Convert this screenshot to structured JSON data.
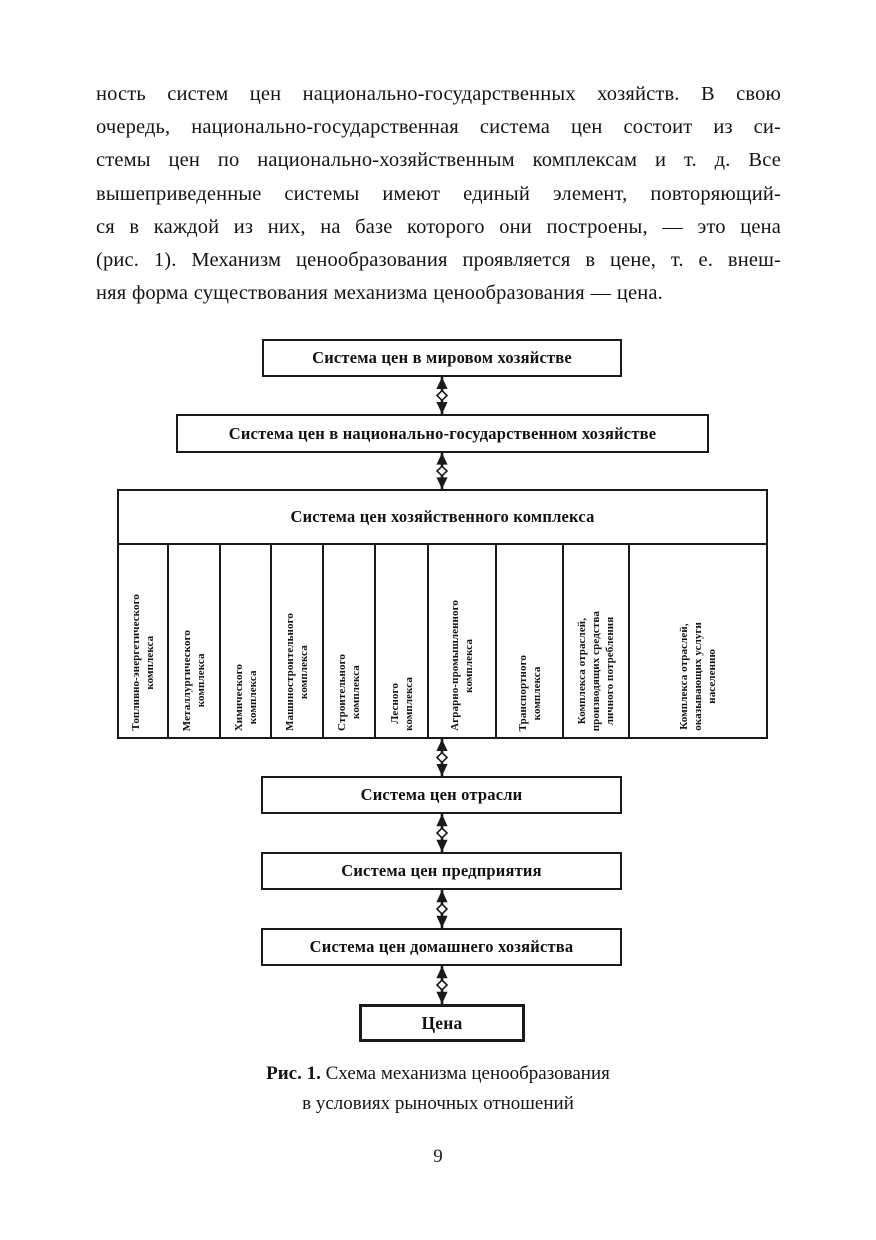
{
  "page": {
    "number": "9",
    "paragraph_lines": [
      "ность систем цен национально-государственных хозяйств. В свою",
      "очередь, национально-государственная система цен состоит из си-",
      "стемы цен по национально-хозяйственным комплексам и т. д. Все",
      "вышеприведенные системы имеют единый элемент, повторяющий-",
      "ся в каждой из них, на базе которого они построены, — это цена",
      "(рис. 1). Механизм ценообразования проявляется в цене, т. е. внеш-",
      "няя форма существования механизма ценообразования — цена."
    ]
  },
  "figure": {
    "caption_label": "Рис. 1.",
    "caption_line1": " Схема механизма ценообразования",
    "caption_line2": "в условиях рыночных отношений",
    "nodes": {
      "world": "Система цен в мировом хозяйстве",
      "national": "Система цен в национально-государственном хозяйстве",
      "complex_header": "Система цен хозяйственного комплекса",
      "branch": "Система цен отрасли",
      "enterprise": "Система цен предприятия",
      "household": "Система цен домашнего хозяйства",
      "price": "Цена"
    },
    "complex_columns": [
      {
        "label": "Топливно-энергетического\nкомплекса"
      },
      {
        "label": "Металлургического\nкомплекса"
      },
      {
        "label": "Химического\nкомплекса"
      },
      {
        "label": "Машиностроительного\nкомплекса"
      },
      {
        "label": "Строительного\nкомплекса"
      },
      {
        "label": "Лесного\nкомплекса"
      },
      {
        "label": "Аграрно-промышленного\nкомплекса"
      },
      {
        "label": "Транспортного\nкомплекса"
      },
      {
        "label": "Комплекса отраслей,\nпроизводящих средства\nличного потребления"
      },
      {
        "label": "Комплекса отраслей,\nоказывающих услуги\nнаселению"
      }
    ],
    "colors": {
      "line": "#1a1a1a",
      "fill": "#ffffff",
      "text": "#111111"
    }
  }
}
